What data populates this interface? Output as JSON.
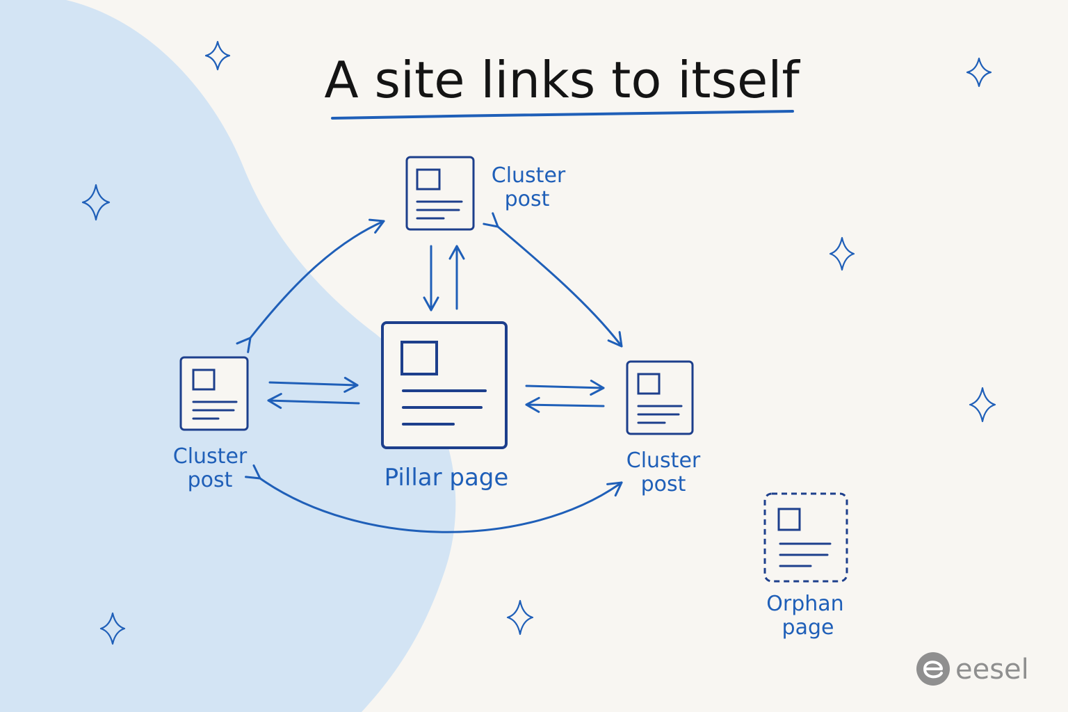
{
  "title": "A site links to itself",
  "nodes": {
    "cluster_top": {
      "line1": "Cluster",
      "line2": "post"
    },
    "cluster_left": {
      "line1": "Cluster",
      "line2": "post"
    },
    "cluster_right": {
      "line1": "Cluster",
      "line2": "post"
    },
    "pillar": {
      "label": "Pillar page"
    },
    "orphan": {
      "line1": "Orphan",
      "line2": "page"
    }
  },
  "logo": {
    "text": "eesel",
    "icon": "eesel-logo-icon"
  },
  "colors": {
    "ink": "#1f5fb8",
    "navy": "#1d3f8c",
    "blob": "#d3e4f4",
    "background": "#f8f6f2",
    "title": "#141414",
    "logo": "#8f8f8f"
  }
}
